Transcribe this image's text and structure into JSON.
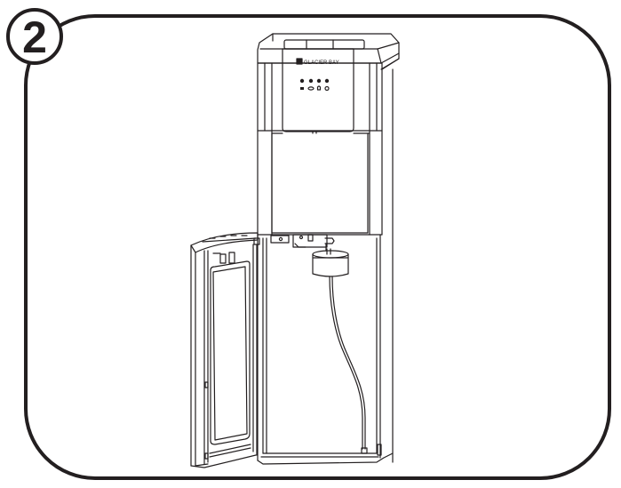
{
  "step": {
    "number": "2"
  },
  "illustration": {
    "subject": "bottom-loading water dispenser with lower cabinet door open",
    "brand_label": "GLACIER BAY",
    "control_panel": {
      "indicator_count": 4,
      "button_icons": [
        "cold-water-icon",
        "hot-water-icon",
        "child-lock-icon",
        "power-icon"
      ]
    },
    "parts_visible": [
      "top-cover",
      "control-panel",
      "dispensing-area",
      "open-cabinet-door",
      "pump-assembly",
      "filter-canister",
      "water-tube",
      "cabinet-floor"
    ]
  },
  "colors": {
    "line": "#231f20",
    "background": "#ffffff"
  }
}
